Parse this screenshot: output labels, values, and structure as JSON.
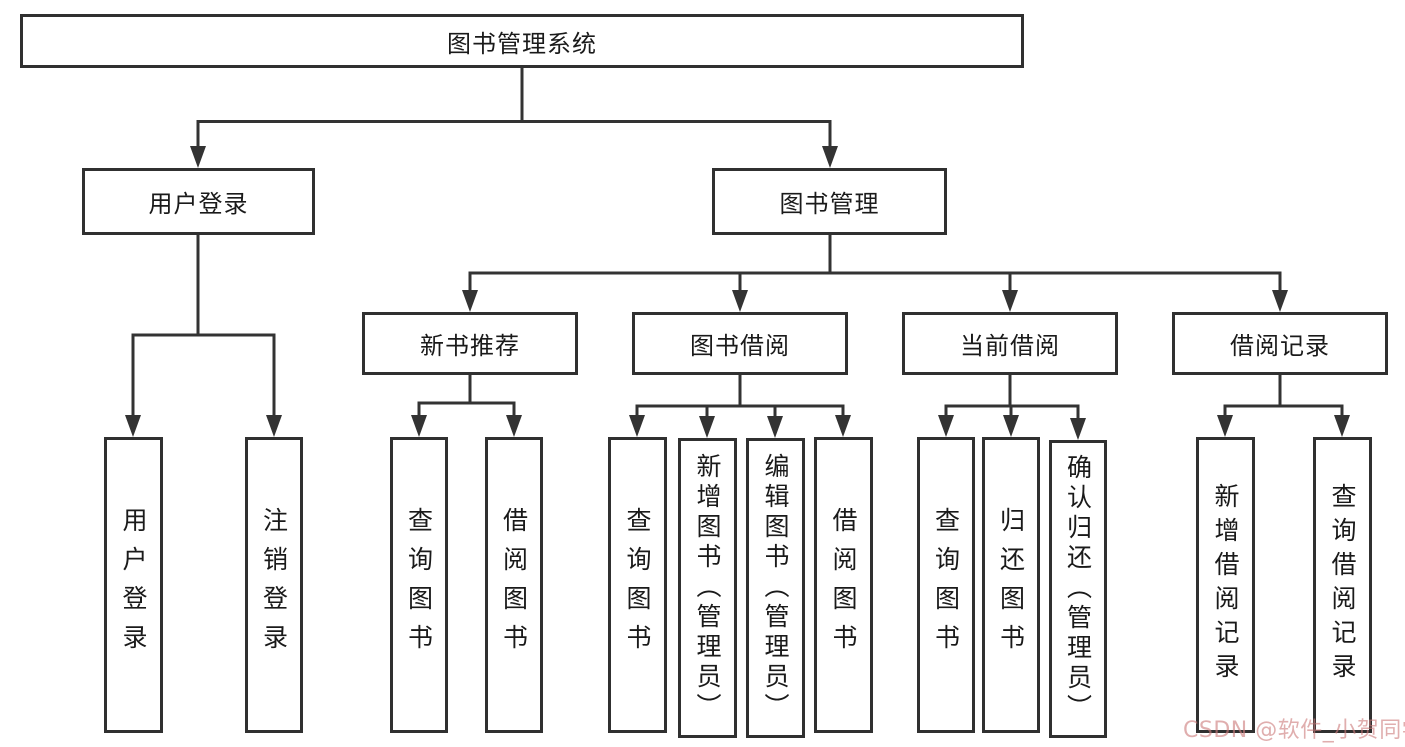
{
  "tree": {
    "root": {
      "label": "图书管理系统"
    },
    "branches": [
      {
        "label": "用户登录",
        "leaves": [
          "用户登录",
          "注销登录"
        ]
      },
      {
        "label": "图书管理",
        "sub_branches": [
          {
            "label": "新书推荐",
            "leaves": [
              "查询图书",
              "借阅图书"
            ]
          },
          {
            "label": "图书借阅",
            "leaves": [
              "查询图书",
              "新增图书（管理员）",
              "编辑图书（管理员）",
              "借阅图书"
            ]
          },
          {
            "label": "当前借阅",
            "leaves": [
              "查询图书",
              "归还图书",
              "确认归还（管理员）"
            ]
          },
          {
            "label": "借阅记录",
            "leaves": [
              "新增借阅记录",
              "查询借阅记录"
            ]
          }
        ]
      }
    ]
  },
  "watermark": {
    "text": "CSDN @软件_小贺同学"
  },
  "colors": {
    "line": "#333333",
    "box_border": "#303030",
    "text": "#1a1a1a",
    "watermark": "#cd7d7d",
    "background": "#ffffff"
  }
}
